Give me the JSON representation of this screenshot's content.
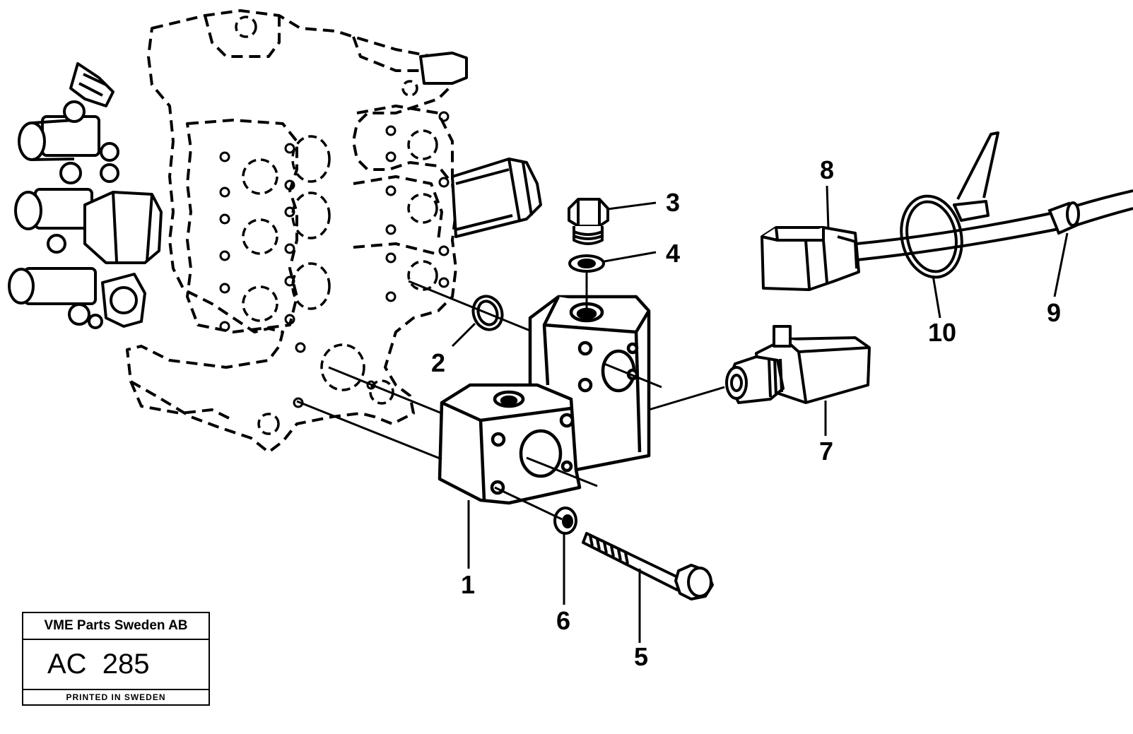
{
  "callouts": [
    "1",
    "2",
    "3",
    "4",
    "5",
    "6",
    "7",
    "8",
    "9",
    "10"
  ],
  "stamp": {
    "company": "VME Parts Sweden AB",
    "code": "AC  285",
    "printed": "PRINTED IN SWEDEN"
  },
  "colors": {
    "ink": "#000000",
    "paper": "#ffffff"
  }
}
